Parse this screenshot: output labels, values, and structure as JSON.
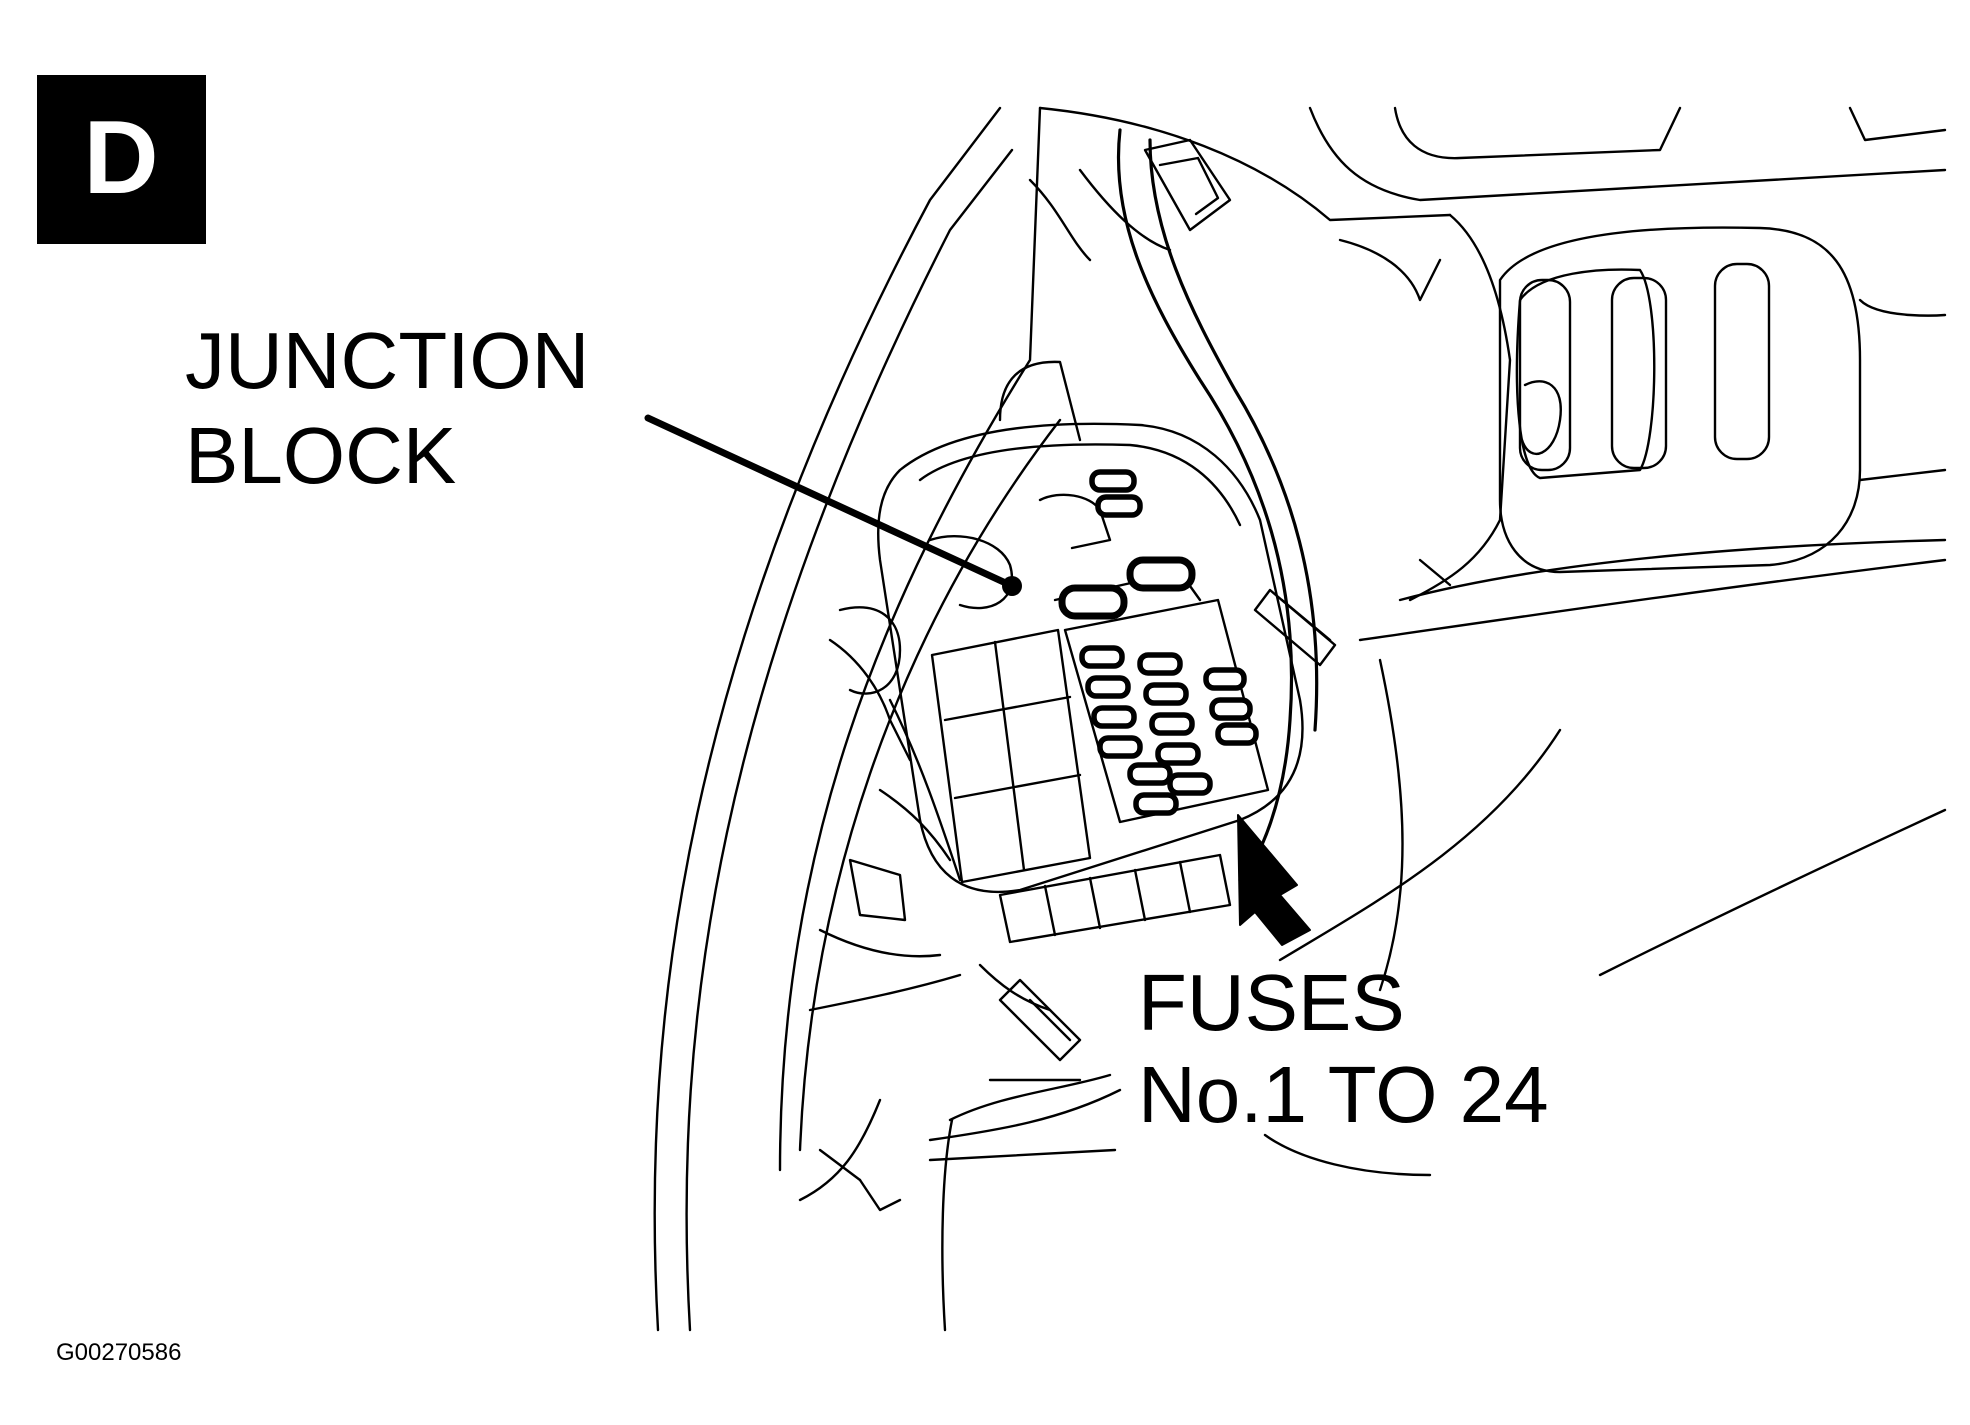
{
  "figure": {
    "view_badge": "D",
    "callouts": {
      "junction_block": {
        "line1": "JUNCTION",
        "line2": "BLOCK"
      },
      "fuses": {
        "line1": "FUSES",
        "line2": "No.1 TO 24"
      }
    },
    "figure_id": "G00270586"
  },
  "colors": {
    "ink": "#000000",
    "paper": "#ffffff"
  }
}
